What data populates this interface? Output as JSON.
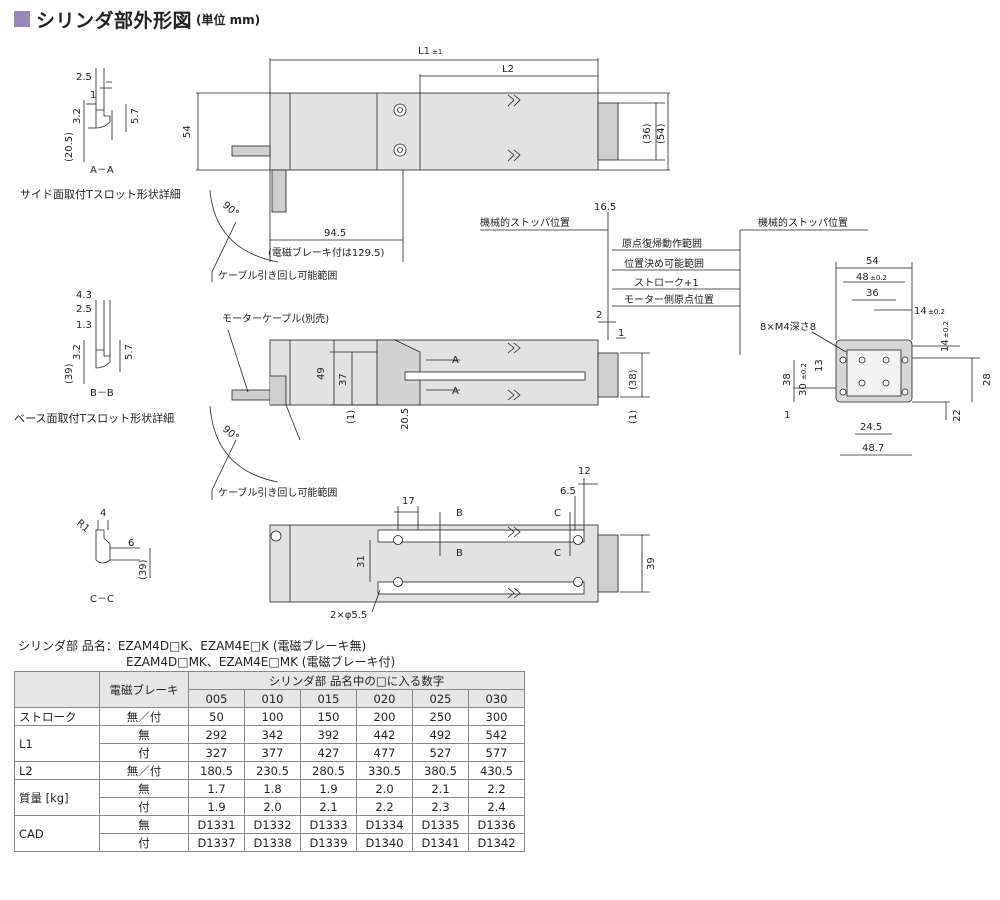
{
  "heading": {
    "title": "シリンダ部外形図",
    "unit": "(単位 mm)",
    "marker_color": "#9a86b8"
  },
  "details": {
    "aa": {
      "caption": "A－A",
      "title": "サイド面取付Tスロット形状詳細",
      "dims": [
        "2.5",
        "1",
        "3.2",
        "5.7",
        "(20.5)"
      ]
    },
    "bb": {
      "caption": "B－B",
      "title": "ベース面取付Tスロット形状詳細",
      "dims": [
        "4.3",
        "2.5",
        "1.3",
        "3.2",
        "5.7",
        "(39)"
      ]
    },
    "cc": {
      "caption": "C－C",
      "dims": [
        "R1",
        "4",
        "6",
        "(39)"
      ]
    }
  },
  "top_view": {
    "l1": "L1",
    "l1_tol": "±1",
    "l2": "L2",
    "h54": "54",
    "h36": "(36)",
    "h54b": "(54)",
    "angle": "90°",
    "len_945": "94.5",
    "brake_note": "(電磁ブレーキ付は129.5)",
    "cable_range": "ケーブル引き回し可能範囲"
  },
  "side_view": {
    "motor_cable": "モーターケーブル(別売)",
    "h49": "49",
    "h37": "37",
    "h1": "(1)",
    "h205": "20.5",
    "h38": "(38)",
    "h1b": "(1)",
    "sec_a": "A",
    "angle": "90°",
    "cable_range": "ケーブル引き回し可能範囲",
    "d165": "16.5",
    "d2": "2",
    "d1": "1"
  },
  "labels": {
    "mech_stop_left": "機械的ストッパ位置",
    "mech_stop_right": "機械的ストッパ位置",
    "home_return": "原点復帰動作範囲",
    "positioning": "位置決め可能範囲",
    "stroke": "ストローク+1",
    "motor_home": "モーター側原点位置"
  },
  "bottom_view": {
    "d17": "17",
    "sec_b": "B",
    "d65": "6.5",
    "d12": "12",
    "sec_c": "C",
    "h31": "31",
    "h39": "39",
    "holes": "2×φ5.5"
  },
  "end_view": {
    "w54": "54",
    "w48": "48",
    "w48_tol": "±0.2",
    "w36": "36",
    "w14": "14",
    "w14_tol": "±0.2",
    "h14": "14",
    "h14_tol": "±0.2",
    "tap": "8×M4深さ8",
    "h38": "38",
    "h30": "30",
    "h30_tol": "±0.2",
    "h13": "13",
    "h28": "28",
    "h1": "1",
    "h22": "22",
    "w245": "24.5",
    "w487": "48.7"
  },
  "models": {
    "line1": "シリンダ部 品名：EZAM4D□K、EZAM4E□K (電磁ブレーキ無)",
    "line2": "EZAM4D□MK、EZAM4E□MK (電磁ブレーキ付)"
  },
  "table": {
    "brake_header": "電磁ブレーキ",
    "group_header": "シリンダ部 品名中の□に入る数字",
    "codes": [
      "005",
      "010",
      "015",
      "020",
      "025",
      "030"
    ],
    "rows": [
      {
        "label": "ストローク",
        "brake": "無／付",
        "values": [
          "50",
          "100",
          "150",
          "200",
          "250",
          "300"
        ]
      },
      {
        "label": "L1",
        "brake": "無",
        "values": [
          "292",
          "342",
          "392",
          "442",
          "492",
          "542"
        ]
      },
      {
        "label": "",
        "brake": "付",
        "values": [
          "327",
          "377",
          "427",
          "477",
          "527",
          "577"
        ]
      },
      {
        "label": "L2",
        "brake": "無／付",
        "values": [
          "180.5",
          "230.5",
          "280.5",
          "330.5",
          "380.5",
          "430.5"
        ]
      },
      {
        "label": "質量 [kg]",
        "brake": "無",
        "values": [
          "1.7",
          "1.8",
          "1.9",
          "2.0",
          "2.1",
          "2.2"
        ]
      },
      {
        "label": "",
        "brake": "付",
        "values": [
          "1.9",
          "2.0",
          "2.1",
          "2.2",
          "2.3",
          "2.4"
        ]
      },
      {
        "label": "CAD",
        "brake": "無",
        "values": [
          "D1331",
          "D1332",
          "D1333",
          "D1334",
          "D1335",
          "D1336"
        ]
      },
      {
        "label": "",
        "brake": "付",
        "values": [
          "D1337",
          "D1338",
          "D1339",
          "D1340",
          "D1341",
          "D1342"
        ]
      }
    ]
  }
}
